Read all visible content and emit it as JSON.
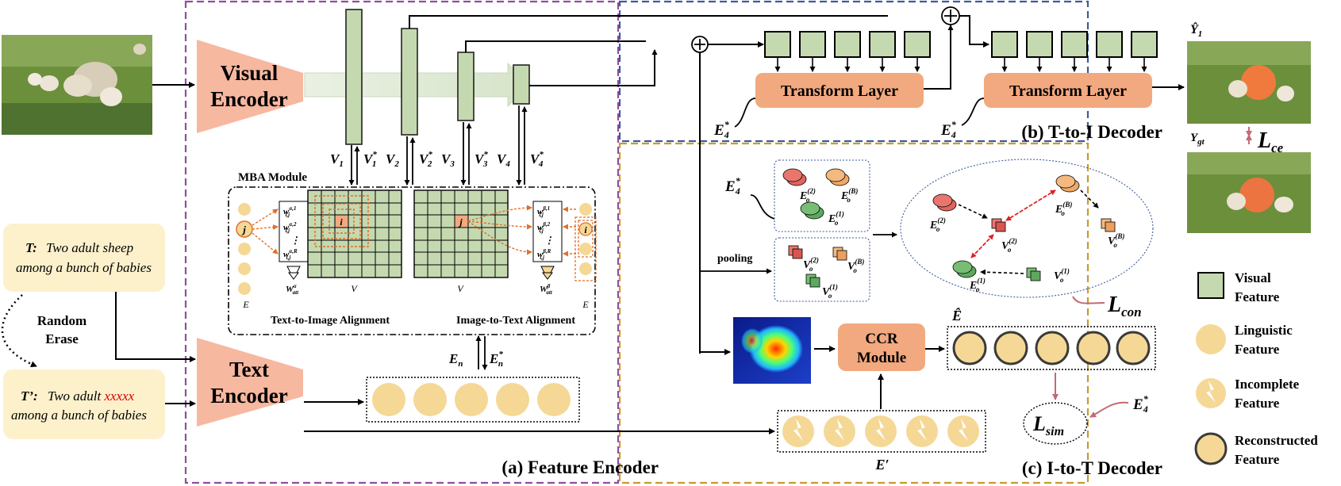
{
  "inputs": {
    "t_label": "T:",
    "t_text_line1": "Two adult sheep",
    "t_text_line2": "among a bunch of babies",
    "random_erase_line1": "Random",
    "random_erase_line2": "Erase",
    "tp_label": "T’:",
    "tp_text_line1_a": "Two adult ",
    "tp_text_line1_b": "xxxxx",
    "tp_text_line2": "among a bunch of babies"
  },
  "encoders": {
    "visual_line1": "Visual",
    "visual_line2": "Encoder",
    "text_line1": "Text",
    "text_line2": "Encoder"
  },
  "feature_labels": {
    "v1": "V",
    "v1_sub": "1",
    "v1s": "V",
    "v1s_sub": "1",
    "v1s_sup": "*",
    "v2": "V",
    "v2_sub": "2",
    "v2s": "V",
    "v2s_sub": "2",
    "v2s_sup": "*",
    "v3": "V",
    "v3_sub": "3",
    "v3s": "V",
    "v3s_sub": "3",
    "v3s_sup": "*",
    "v4": "V",
    "v4_sub": "4",
    "v4s": "V",
    "v4s_sub": "4",
    "v4s_sup": "*",
    "en": "E",
    "en_sub": "n",
    "ens": "E",
    "ens_sub": "n",
    "ens_sup": "*"
  },
  "mba": {
    "title": "MBA Module",
    "t2i_caption": "Text-to-Image Alignment",
    "i2t_caption": "Image-to-Text Alignment",
    "e_label": "E",
    "v_label": "V",
    "j_label": "j",
    "i_label": "i",
    "w_alpha_1": "w",
    "w_alpha_1_sup": "α,1",
    "w_sub": "i,j",
    "w_alpha_2": "w",
    "w_alpha_2_sup": "α,2",
    "w_alpha_r": "w",
    "w_alpha_r_sup": "α,R",
    "w_beta_1": "w",
    "w_beta_1_sup": "β,1",
    "w_beta_2": "w",
    "w_beta_2_sup": "β,2",
    "w_beta_r": "w",
    "w_beta_r_sup": "β,R",
    "w_att_alpha": "W",
    "w_att_alpha_sup": "α",
    "w_att_sub": "att",
    "w_att_beta": "W",
    "w_att_beta_sup": "β",
    "dots": "⋮"
  },
  "sections": {
    "a_title": "(a) Feature Encoder",
    "b_title": "(b) T-to-I Decoder",
    "c_title": "(c) I-to-T Decoder"
  },
  "decoder_b": {
    "transform1": "Transform Layer",
    "transform2": "Transform Layer",
    "e4s_1": "E",
    "e4s_1_sub": "4",
    "e4s_1_sup": "*",
    "e4s_2": "E",
    "e4s_2_sub": "4",
    "e4s_2_sup": "*",
    "y1_hat": "Ŷ",
    "y1_hat_sub": "1",
    "ygt": "Y",
    "ygt_sub": "gt",
    "lce": "L",
    "lce_sub": "ce"
  },
  "decoder_c": {
    "e4s": "E",
    "e4s_sub": "4",
    "e4s_sup": "*",
    "pooling": "pooling",
    "eo2": "E",
    "eo2_sub": "o",
    "eo2_sup": "(2)",
    "eob": "E",
    "eob_sub": "o",
    "eob_sup": "(B)",
    "eo1": "E",
    "eo1_sub": "o",
    "eo1_sup": "(1)",
    "vo2": "V",
    "vo2_sub": "o",
    "vo2_sup": "(2)",
    "vob": "V",
    "vob_sub": "o",
    "vob_sup": "(B)",
    "vo1": "V",
    "vo1_sub": "o",
    "vo1_sup": "(1)",
    "lcon": "L",
    "lcon_sub": "con",
    "ccr_line1": "CCR",
    "ccr_line2": "Module",
    "e_hat": "Ê",
    "e_prime": "E′",
    "lsim": "L",
    "lsim_sub": "sim",
    "e4s_b": "E",
    "e4s_b_sub": "4",
    "e4s_b_sup": "*"
  },
  "legend": {
    "visual_line1": "Visual",
    "visual_line2": "Feature",
    "linguistic_line1": "Linguistic",
    "linguistic_line2": "Feature",
    "incomplete_line1": "Incomplete",
    "incomplete_line2": "Feature",
    "reconstructed_line1": "Reconstructed",
    "reconstructed_line2": "Feature"
  },
  "colors": {
    "visual_feature": "#c5d9b0",
    "linguistic_feature": "#f5d896",
    "encoder": "#f7b8a0",
    "transform": "#f2a97f",
    "text_box": "#fdf1cc",
    "frame_a": "#8e4f9e",
    "frame_b": "#3f5a9e",
    "frame_c": "#c99a2e",
    "attention": "#e0702a",
    "loss_arrow": "#c26a73",
    "erase": "#e00000"
  }
}
